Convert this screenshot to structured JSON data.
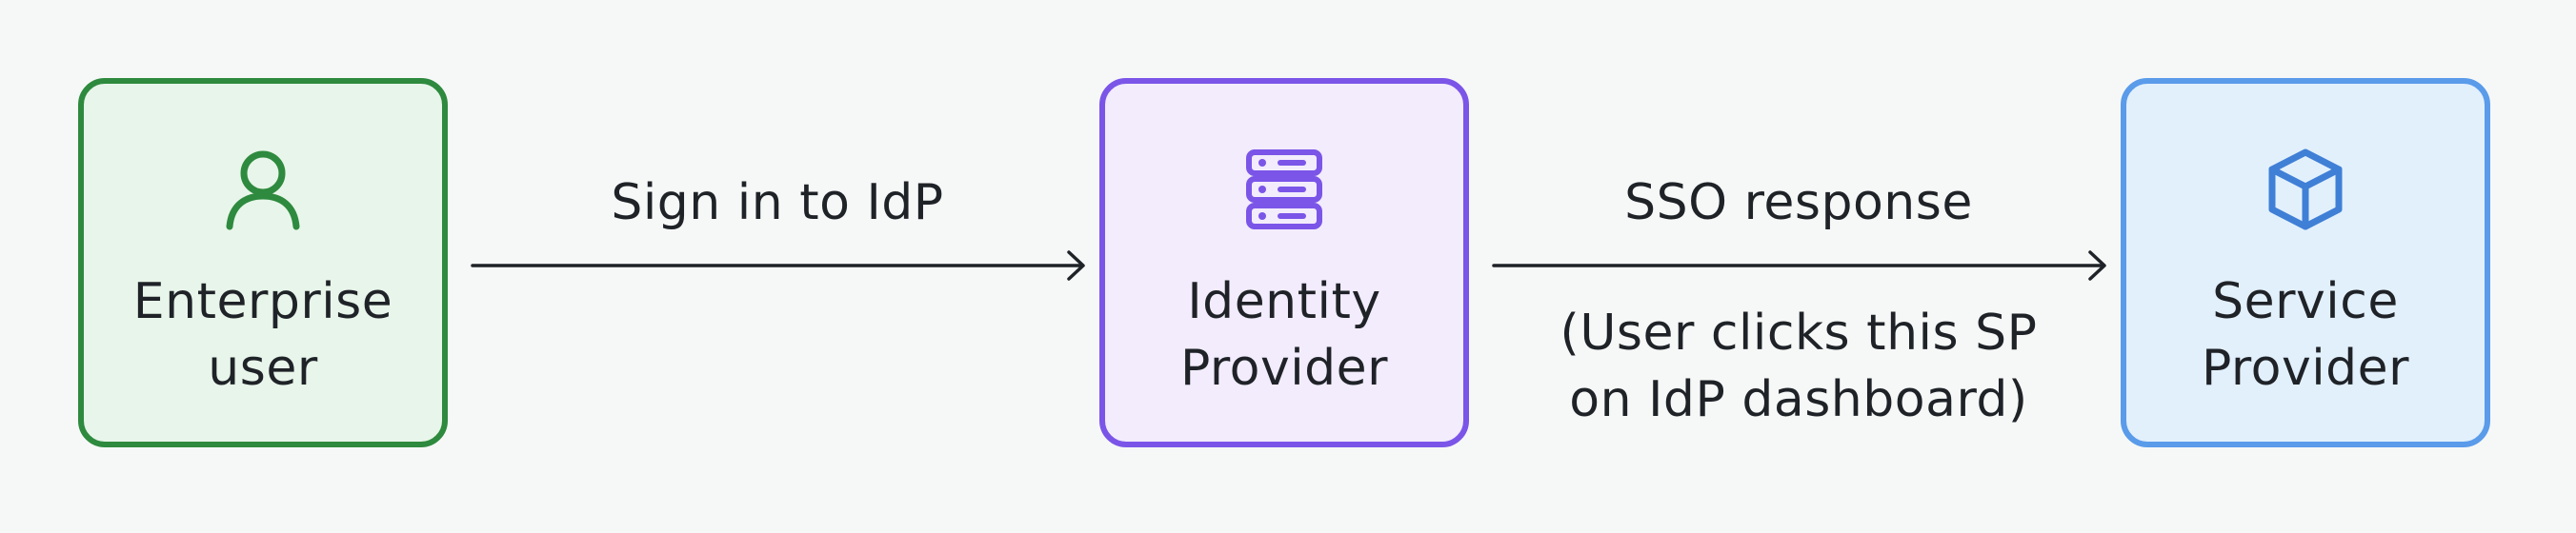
{
  "nodes": {
    "user": {
      "line1": "Enterprise",
      "line2": "user",
      "icon": "user-icon",
      "border_color": "#2e8a3e",
      "fill_color": "#e8f5ea"
    },
    "idp": {
      "line1": "Identity",
      "line2": "Provider",
      "icon": "server-icon",
      "border_color": "#7b55e8",
      "fill_color": "#f2ecfc"
    },
    "sp": {
      "line1": "Service",
      "line2": "Provider",
      "icon": "cube-icon",
      "border_color": "#5a9bea",
      "fill_color": "#e2f0fc"
    }
  },
  "edges": {
    "user_to_idp": {
      "label": "Sign in to IdP"
    },
    "idp_to_sp": {
      "label": "SSO response",
      "note_line1": "(User clicks this SP",
      "note_line2": "on IdP dashboard)"
    }
  }
}
